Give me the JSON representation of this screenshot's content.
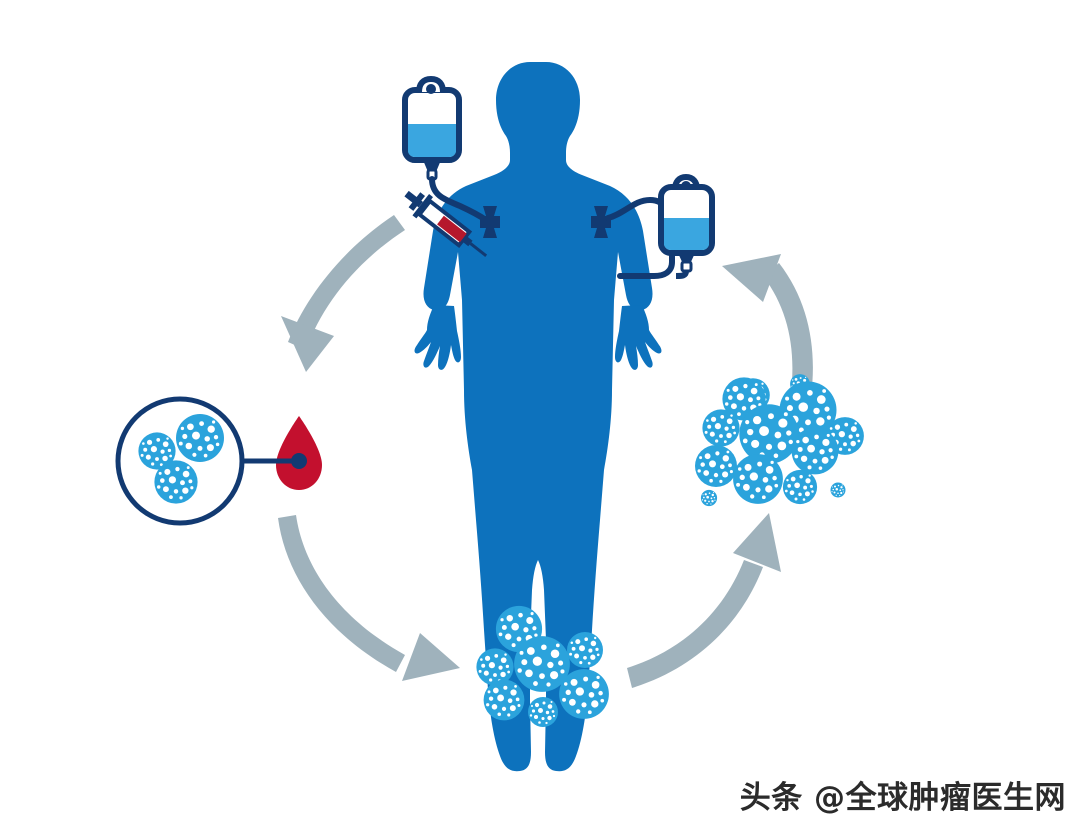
{
  "illustration": {
    "title": "CAR-T cell therapy cycle diagram",
    "background_color": "#ffffff",
    "colors": {
      "body_blue": "#0d72bd",
      "navy_outline": "#123a72",
      "bag_fluid_blue": "#3aa6e0",
      "cell_blue": "#2ba3dc",
      "blood_red": "#c3102e",
      "syringe_red": "#b5182c",
      "arrow_gray": "#9fb2bc",
      "white": "#ffffff"
    },
    "figure": {
      "name": "patient-silhouette",
      "description": "Blue human body silhouette, front view, arms at sides"
    },
    "iv_bag_left": {
      "name": "iv-bag-infusion",
      "fluid_level_percent": 55,
      "description": "IV bag with tube to patient left arm port"
    },
    "iv_bag_right": {
      "name": "iv-bag-collection",
      "fluid_level_percent": 55,
      "description": "IV bag with tube from patient right arm port"
    },
    "syringe": {
      "name": "syringe",
      "fluid_color": "#b5182c",
      "description": "Syringe with red contents near left arm"
    },
    "blood_drop": {
      "name": "blood-drop",
      "description": "Red blood drop connected to magnified cell view"
    },
    "magnifier": {
      "name": "cell-magnifier-circle",
      "cell_count": 3,
      "description": "Navy outlined circle showing three blue T cells"
    },
    "cell_cluster_bottom": {
      "name": "cell-cluster-expansion",
      "cell_count": 8,
      "description": "Cluster of blue textured cells, expansion stage"
    },
    "cell_cluster_right": {
      "name": "cell-cluster-multiplied",
      "cell_count": 14,
      "description": "Larger cluster of blue textured cells, multiplied stage"
    },
    "arrows": [
      {
        "name": "arrow-body-to-blood",
        "direction": "down-left"
      },
      {
        "name": "arrow-blood-to-expansion",
        "direction": "down-right"
      },
      {
        "name": "arrow-expansion-to-multiplied",
        "direction": "up-right"
      },
      {
        "name": "arrow-multiplied-to-infusion",
        "direction": "up-left"
      }
    ]
  },
  "watermark": {
    "text": "头条 @全球肿瘤医生网"
  }
}
